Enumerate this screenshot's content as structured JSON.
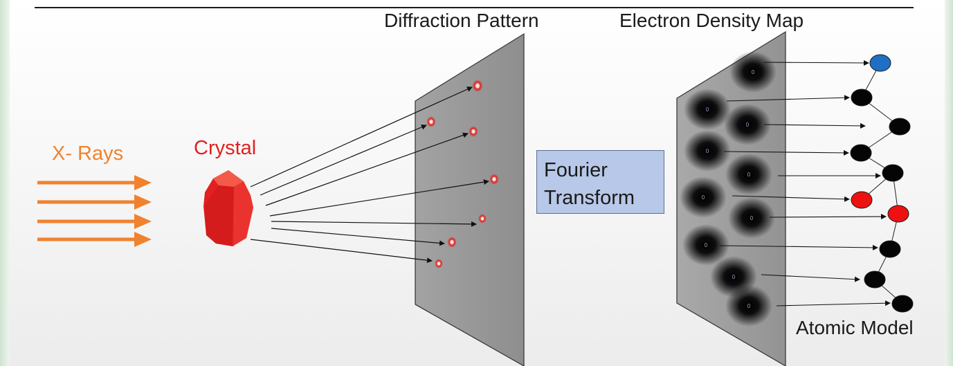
{
  "labels": {
    "diffraction_pattern": "Diffraction Pattern",
    "electron_density_map": "Electron Density Map",
    "xrays": "X- Rays",
    "crystal": "Crystal",
    "fourier_line1": "Fourier",
    "fourier_line2": "Transform",
    "atomic_model": "Atomic Model"
  },
  "colors": {
    "xray_orange": "#f0822f",
    "crystal_red": "#e0211f",
    "panel_gray": "#9c9c9c",
    "fourier_box": "#b7c8e8",
    "atom_blue": "#1f6fc4",
    "atom_red": "#ee1111",
    "atom_black": "#050505"
  },
  "density_blob_marker": "0"
}
